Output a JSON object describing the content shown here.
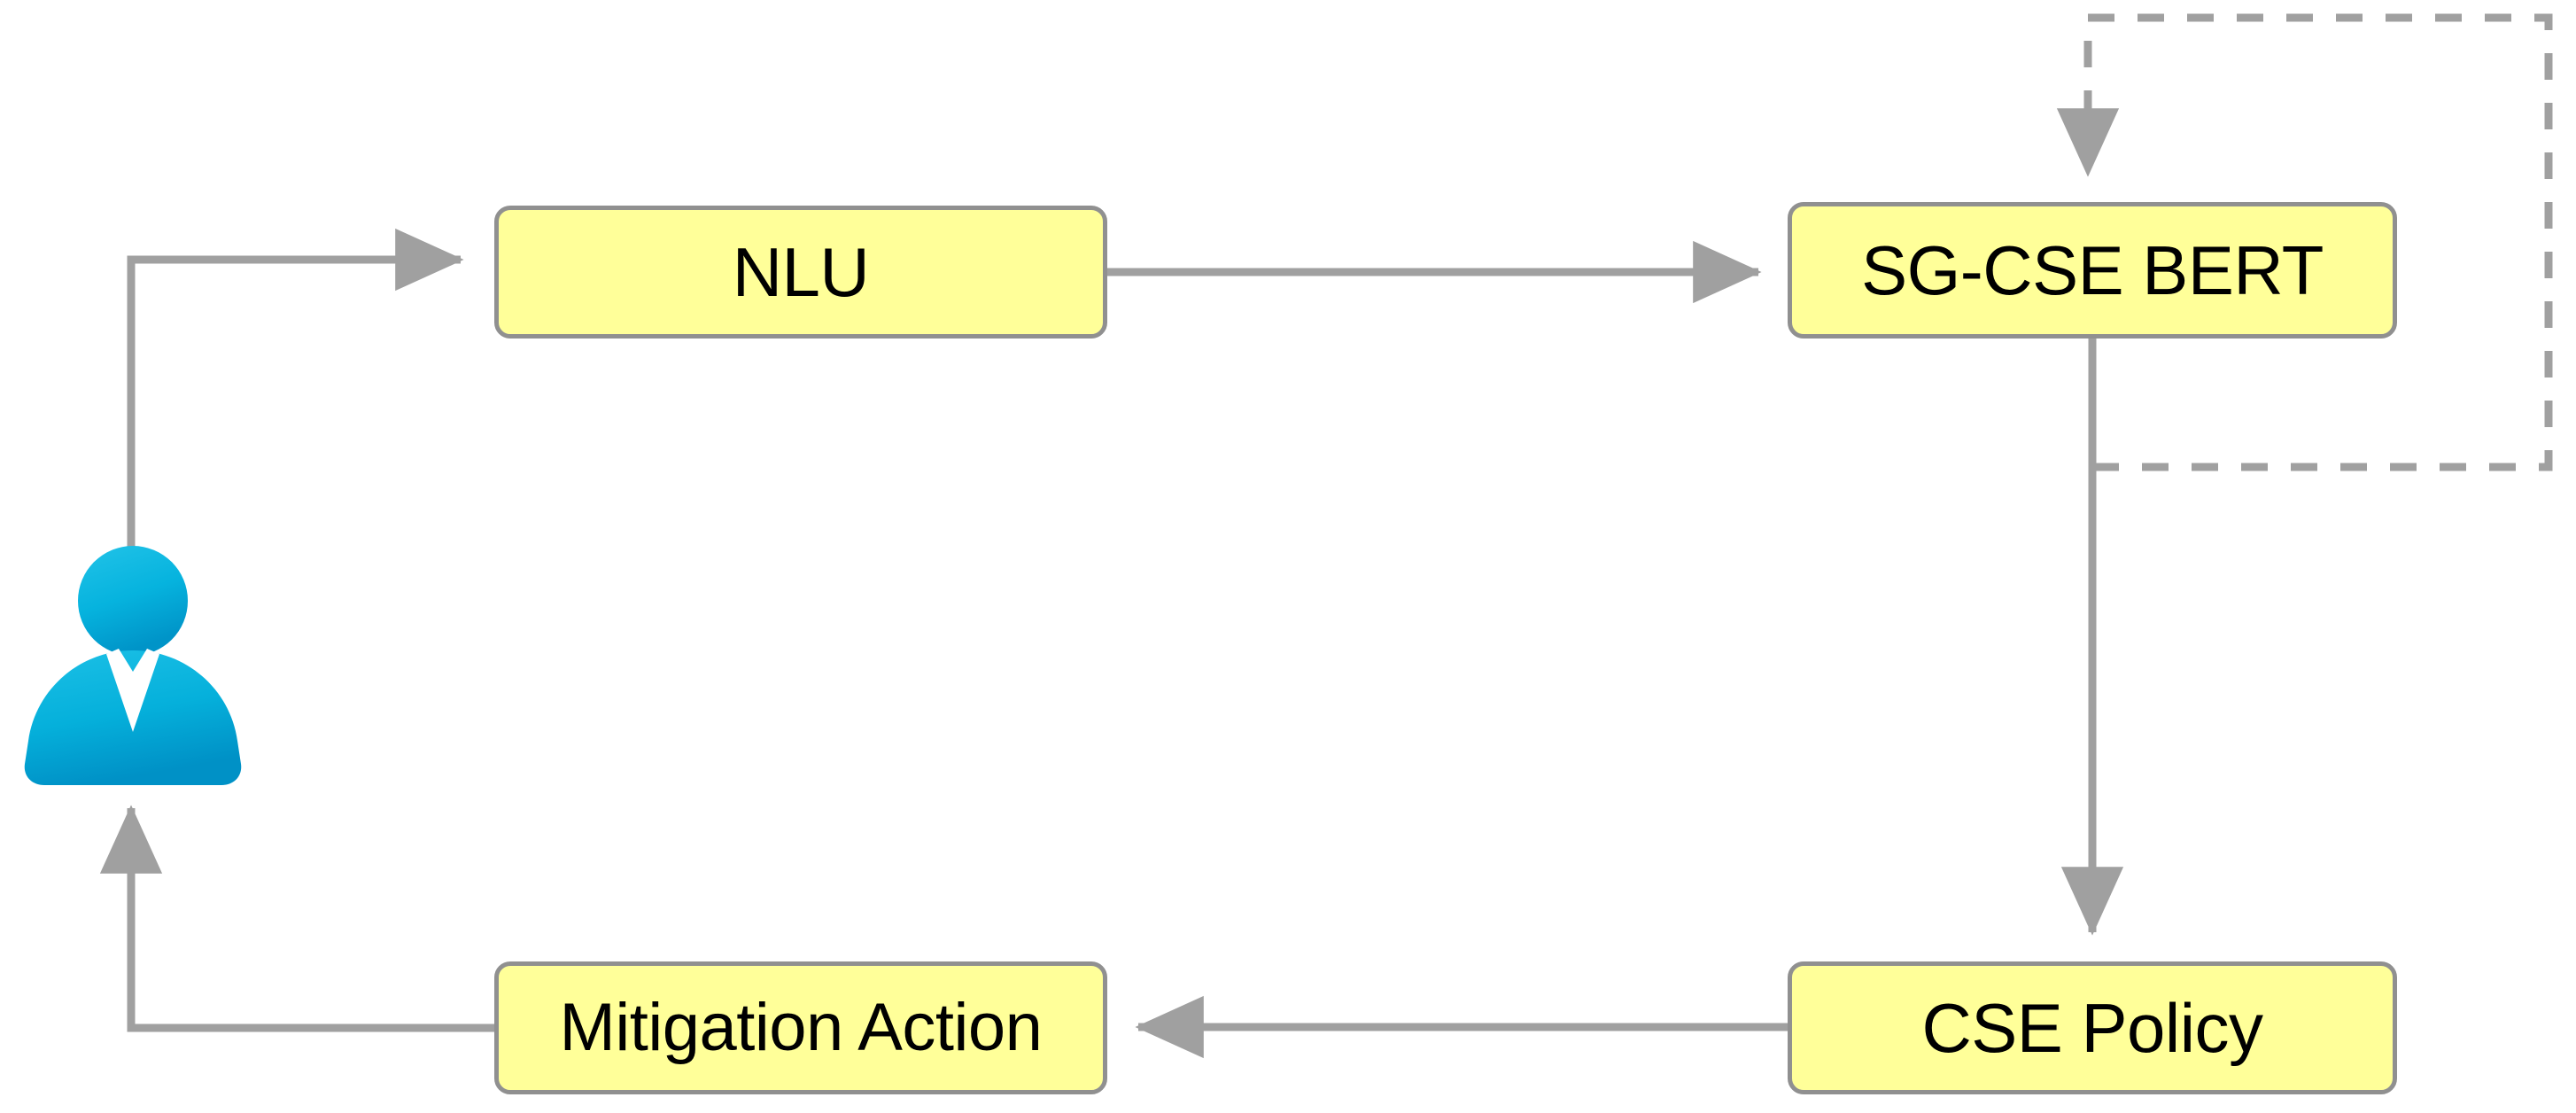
{
  "diagram": {
    "title": "SG-CSE BERT conversational mitigation pipeline",
    "background_color": "#ffffff",
    "node_fill_color": "#ffff99",
    "node_border_color": "#909090",
    "edge_color": "#a0a0a0",
    "actor_color": "#00a6d6",
    "nodes": [
      {
        "id": "user",
        "type": "actor",
        "label": ""
      },
      {
        "id": "nlu",
        "type": "process",
        "label": "NLU"
      },
      {
        "id": "sgcsebert",
        "type": "process",
        "label": "SG-CSE BERT"
      },
      {
        "id": "csepolicy",
        "type": "process",
        "label": "CSE Policy"
      },
      {
        "id": "mitigation",
        "type": "process",
        "label": "Mitigation Action"
      }
    ],
    "edges": [
      {
        "id": "user-to-nlu",
        "from": "user",
        "to": "nlu",
        "style": "solid",
        "arrow": "end"
      },
      {
        "id": "nlu-to-sgcsebert",
        "from": "nlu",
        "to": "sgcsebert",
        "style": "solid",
        "arrow": "end"
      },
      {
        "id": "sgcsebert-to-csepolicy",
        "from": "sgcsebert",
        "to": "csepolicy",
        "style": "solid",
        "arrow": "end"
      },
      {
        "id": "csepolicy-to-mitigation",
        "from": "csepolicy",
        "to": "mitigation",
        "style": "solid",
        "arrow": "end"
      },
      {
        "id": "mitigation-to-user",
        "from": "mitigation",
        "to": "user",
        "style": "solid",
        "arrow": "end"
      },
      {
        "id": "feedback-to-sgcsebert",
        "from": "sgcsebert",
        "to": "sgcsebert",
        "style": "dashed",
        "arrow": "end"
      }
    ]
  }
}
